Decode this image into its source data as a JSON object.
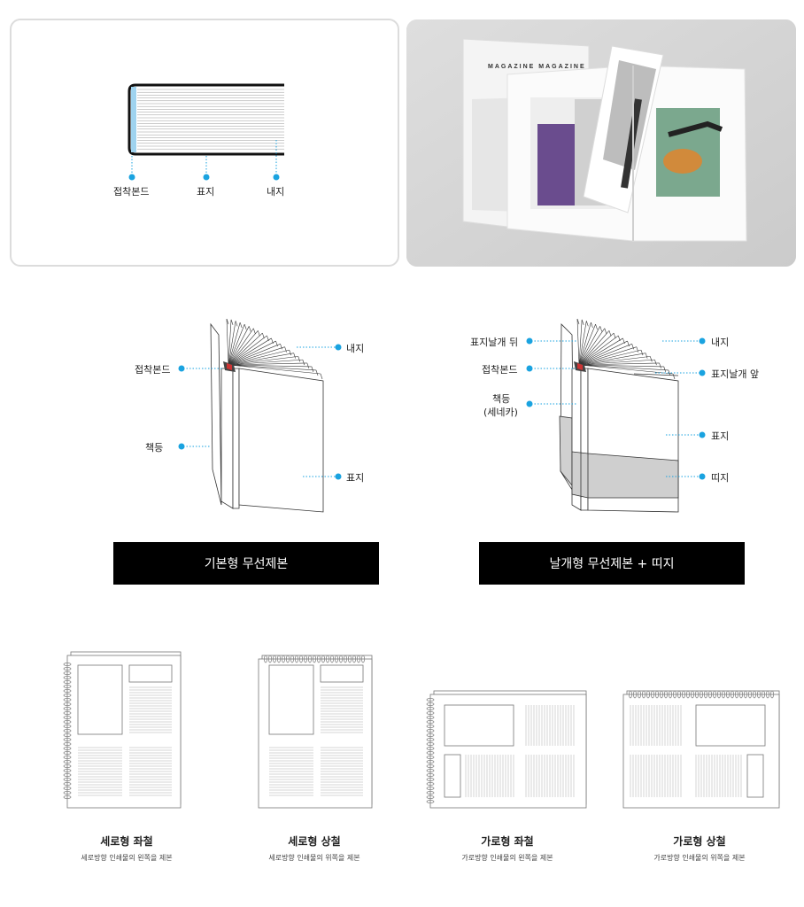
{
  "top_diagram": {
    "labels": [
      "접착본드",
      "표지",
      "내지"
    ]
  },
  "photo": {
    "masthead": "MAGAZINE MAGAZINE"
  },
  "basic_binding": {
    "labels": {
      "inner_pages": "내지",
      "adhesive_bond": "접착본드",
      "spine": "책등",
      "cover": "표지"
    },
    "banner": "기본형 무선제본"
  },
  "flap_binding": {
    "labels": {
      "flap_back": "표지날개 뒤",
      "inner_pages": "내지",
      "adhesive_bond": "접착본드",
      "flap_front": "표지날개 앞",
      "spine_line1": "책등",
      "spine_line2": "(세네카)",
      "cover": "표지",
      "belly_band": "띠지"
    },
    "banner": "날개형 무선제본 + 띠지"
  },
  "spiral_types": [
    {
      "title": "세로형 좌철",
      "subtitle": "세로방향 인쇄물의 왼쪽을 제본"
    },
    {
      "title": "세로형 상철",
      "subtitle": "세로방향 인쇄물의 위쪽을 제본"
    },
    {
      "title": "가로형 좌철",
      "subtitle": "가로방향 인쇄물의 왼쪽을 제본"
    },
    {
      "title": "가로형 상철",
      "subtitle": "가로방향 인쇄물의 위쪽을 제본"
    }
  ],
  "colors": {
    "accent": "#1aa3e0",
    "banner": "#000000"
  }
}
